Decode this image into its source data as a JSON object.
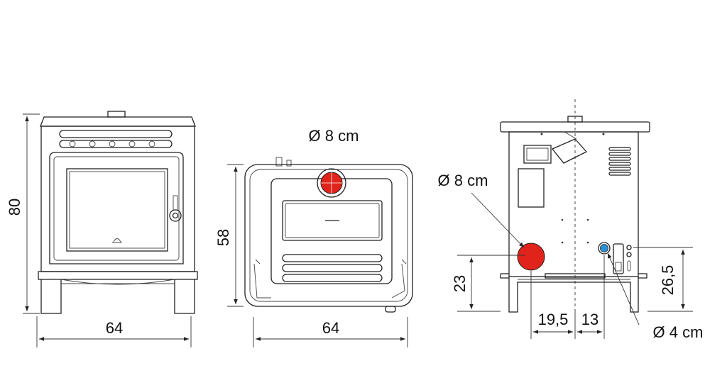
{
  "diagram": {
    "front_view": {
      "height_label": "80",
      "width_label": "64"
    },
    "top_view": {
      "flue_label": "Ø 8 cm",
      "depth_label": "58",
      "width_label": "64"
    },
    "rear_view": {
      "flue_label": "Ø 8 cm",
      "flue_height_label": "23",
      "offset_label_a": "19,5",
      "offset_label_b": "13",
      "air_label": "Ø 4 cm",
      "air_height_label": "26,5"
    }
  },
  "colors": {
    "outlet_red": "#e0231b",
    "air_inlet_blue": "#2b8fd6",
    "line": "#222222"
  }
}
